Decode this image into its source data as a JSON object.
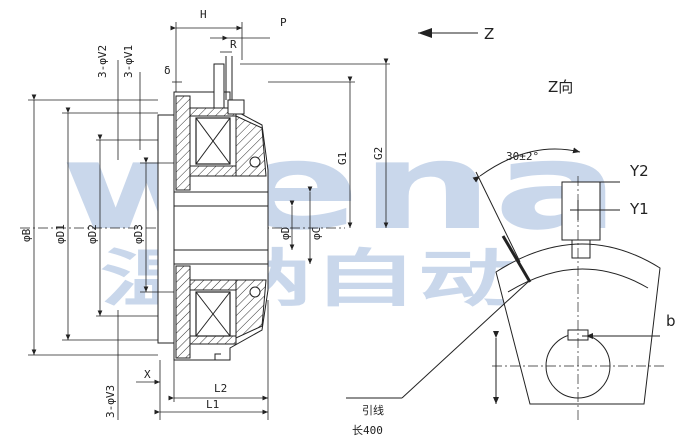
{
  "watermark": {
    "latin": "wena",
    "chinese": "温纳自动化"
  },
  "view_label": "Z向",
  "direction": {
    "label": "Z"
  },
  "dims": {
    "H": "H",
    "P": "P",
    "R": "R",
    "delta": "δ",
    "V2": "3-φV2",
    "V1": "3-φV1",
    "V3": "3-φV3",
    "B": "φB",
    "D1": "φD1",
    "D2": "φD2",
    "D3": "φD3",
    "D": "φD",
    "C": "φC",
    "G1": "G1",
    "G2": "G2",
    "X": "X",
    "L1": "L1",
    "L2": "L2",
    "angle": "30±2°",
    "Y1": "Y1",
    "Y2": "Y2",
    "b": "b",
    "lead_wire": "引线",
    "length": "长400"
  }
}
